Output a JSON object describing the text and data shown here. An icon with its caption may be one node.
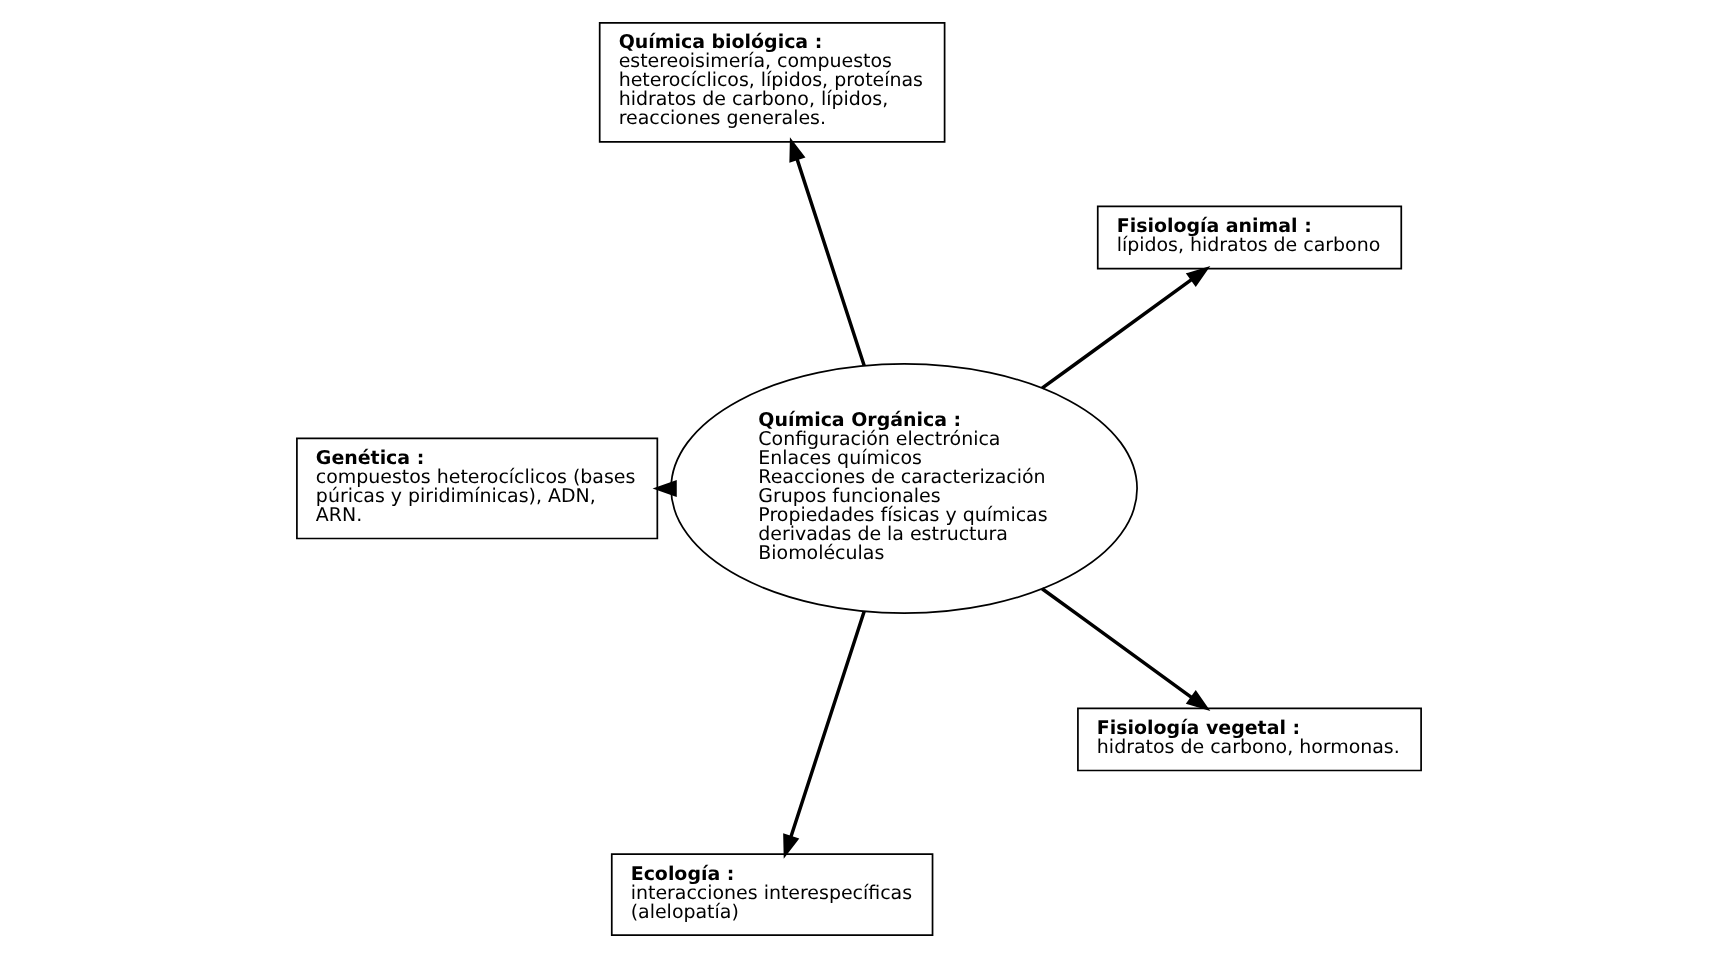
{
  "diagram": {
    "nodes": [
      {
        "text": [
          "Química Orgánica :",
          "Configuración electrónica",
          "Enlaces químicos",
          "Reacciones de caracterización",
          "Grupos funcionales",
          "Propiedades físicas y químicas derivadas de la estructura",
          "Biomoléculas"
        ]
      },
      {
        "text": [
          "Fisiología animal :",
          "lípidos, hidratos de carbono"
        ]
      },
      {
        "text": [
          "Química biológica :",
          "estereoisimería, compuestos heterocíclicos, lípidos, proteínas hidratos de carbono, lípidos, reacciones generales."
        ]
      },
      {
        "text": [
          "Genética :",
          "compuestos heterocíclicos (bases púricas y piridimínicas), ADN, ARN."
        ]
      },
      {
        "text": [
          "Ecología :",
          "interacciones interespecíficas (alelopatía)"
        ]
      },
      {
        "text": [
          "Fisiología vegetal :",
          "hidratos de carbono, hormonas."
        ]
      }
    ],
    "edges": [
      {
        "from": 0,
        "to": 1,
        "arrow": "to"
      },
      {
        "from": 0,
        "to": 2,
        "arrow": "to"
      },
      {
        "from": 0,
        "to": 3,
        "arrow": "to"
      },
      {
        "from": 0,
        "to": 4,
        "arrow": "to"
      },
      {
        "from": 0,
        "to": 5,
        "arrow": "to"
      }
    ]
  }
}
